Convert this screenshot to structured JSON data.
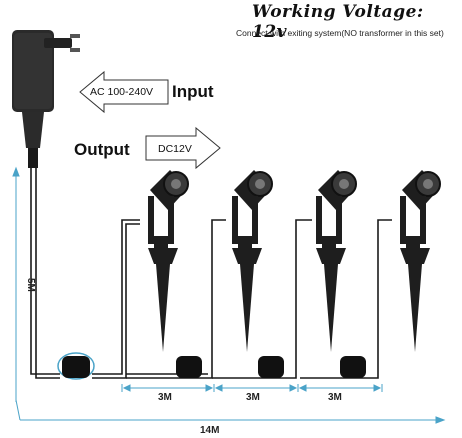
{
  "header": {
    "title": "Working Voltage: 12v",
    "subtitle": "Connect with exiting system(NO transformer in this set)"
  },
  "input": {
    "label": "Input",
    "spec": "AC 100-240V"
  },
  "output": {
    "label": "Output",
    "spec": "DC12V"
  },
  "dimensions": {
    "vertical_cable": "5M",
    "segments": [
      "3M",
      "3M",
      "3M"
    ],
    "total": "14M"
  },
  "colors": {
    "cable": "#1a1a1a",
    "dimension_line": "#4aa3c8",
    "device": "#1e1e1e"
  }
}
